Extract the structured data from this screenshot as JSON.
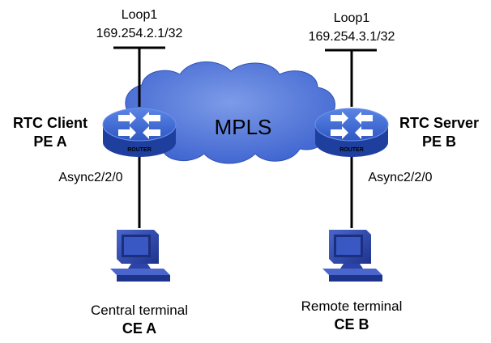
{
  "cloud": {
    "label": "MPLS"
  },
  "pe_a": {
    "role": "RTC Client",
    "name": "PE A",
    "badge": "ROUTER",
    "loopback_name": "Loop1",
    "loopback_ip": "169.254.2.1/32",
    "interface": "Async2/2/0"
  },
  "pe_b": {
    "role": "RTC Server",
    "name": "PE B",
    "badge": "ROUTER",
    "loopback_name": "Loop1",
    "loopback_ip": "169.254.3.1/32",
    "interface": "Async2/2/0"
  },
  "ce_a": {
    "desc": "Central terminal",
    "name": "CE A"
  },
  "ce_b": {
    "desc": "Remote terminal",
    "name": "CE B"
  },
  "colors": {
    "cloud": "#4f74d6",
    "cloud_edge": "#2f52b4",
    "router_top": "#3f6ad2",
    "router_side": "#1e3f9e",
    "line": "#000000",
    "pc": "#2c44a8"
  }
}
